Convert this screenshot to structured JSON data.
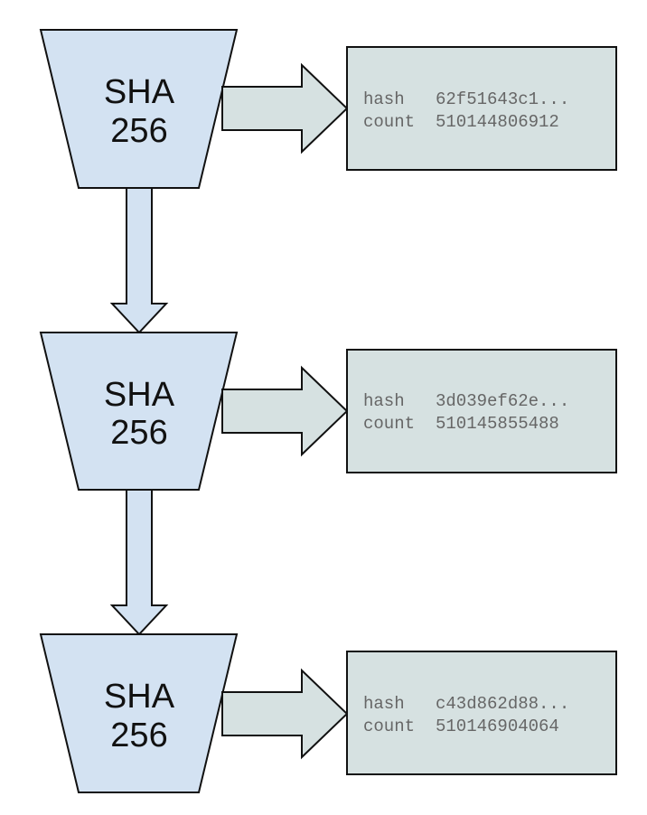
{
  "colors": {
    "hasher_fill": "#d3e2f2",
    "output_fill": "#d6e1e1",
    "stroke": "#111111"
  },
  "stages": [
    {
      "hasher": {
        "line1": "SHA",
        "line2": "256"
      },
      "output": {
        "hash_key": "hash",
        "hash_value": "62f51643c1...",
        "count_key": "count",
        "count_value": "510144806912"
      }
    },
    {
      "hasher": {
        "line1": "SHA",
        "line2": "256"
      },
      "output": {
        "hash_key": "hash",
        "hash_value": "3d039ef62e...",
        "count_key": "count",
        "count_value": "510145855488"
      }
    },
    {
      "hasher": {
        "line1": "SHA",
        "line2": "256"
      },
      "output": {
        "hash_key": "hash",
        "hash_value": "c43d862d88...",
        "count_key": "count",
        "count_value": "510146904064"
      }
    }
  ]
}
